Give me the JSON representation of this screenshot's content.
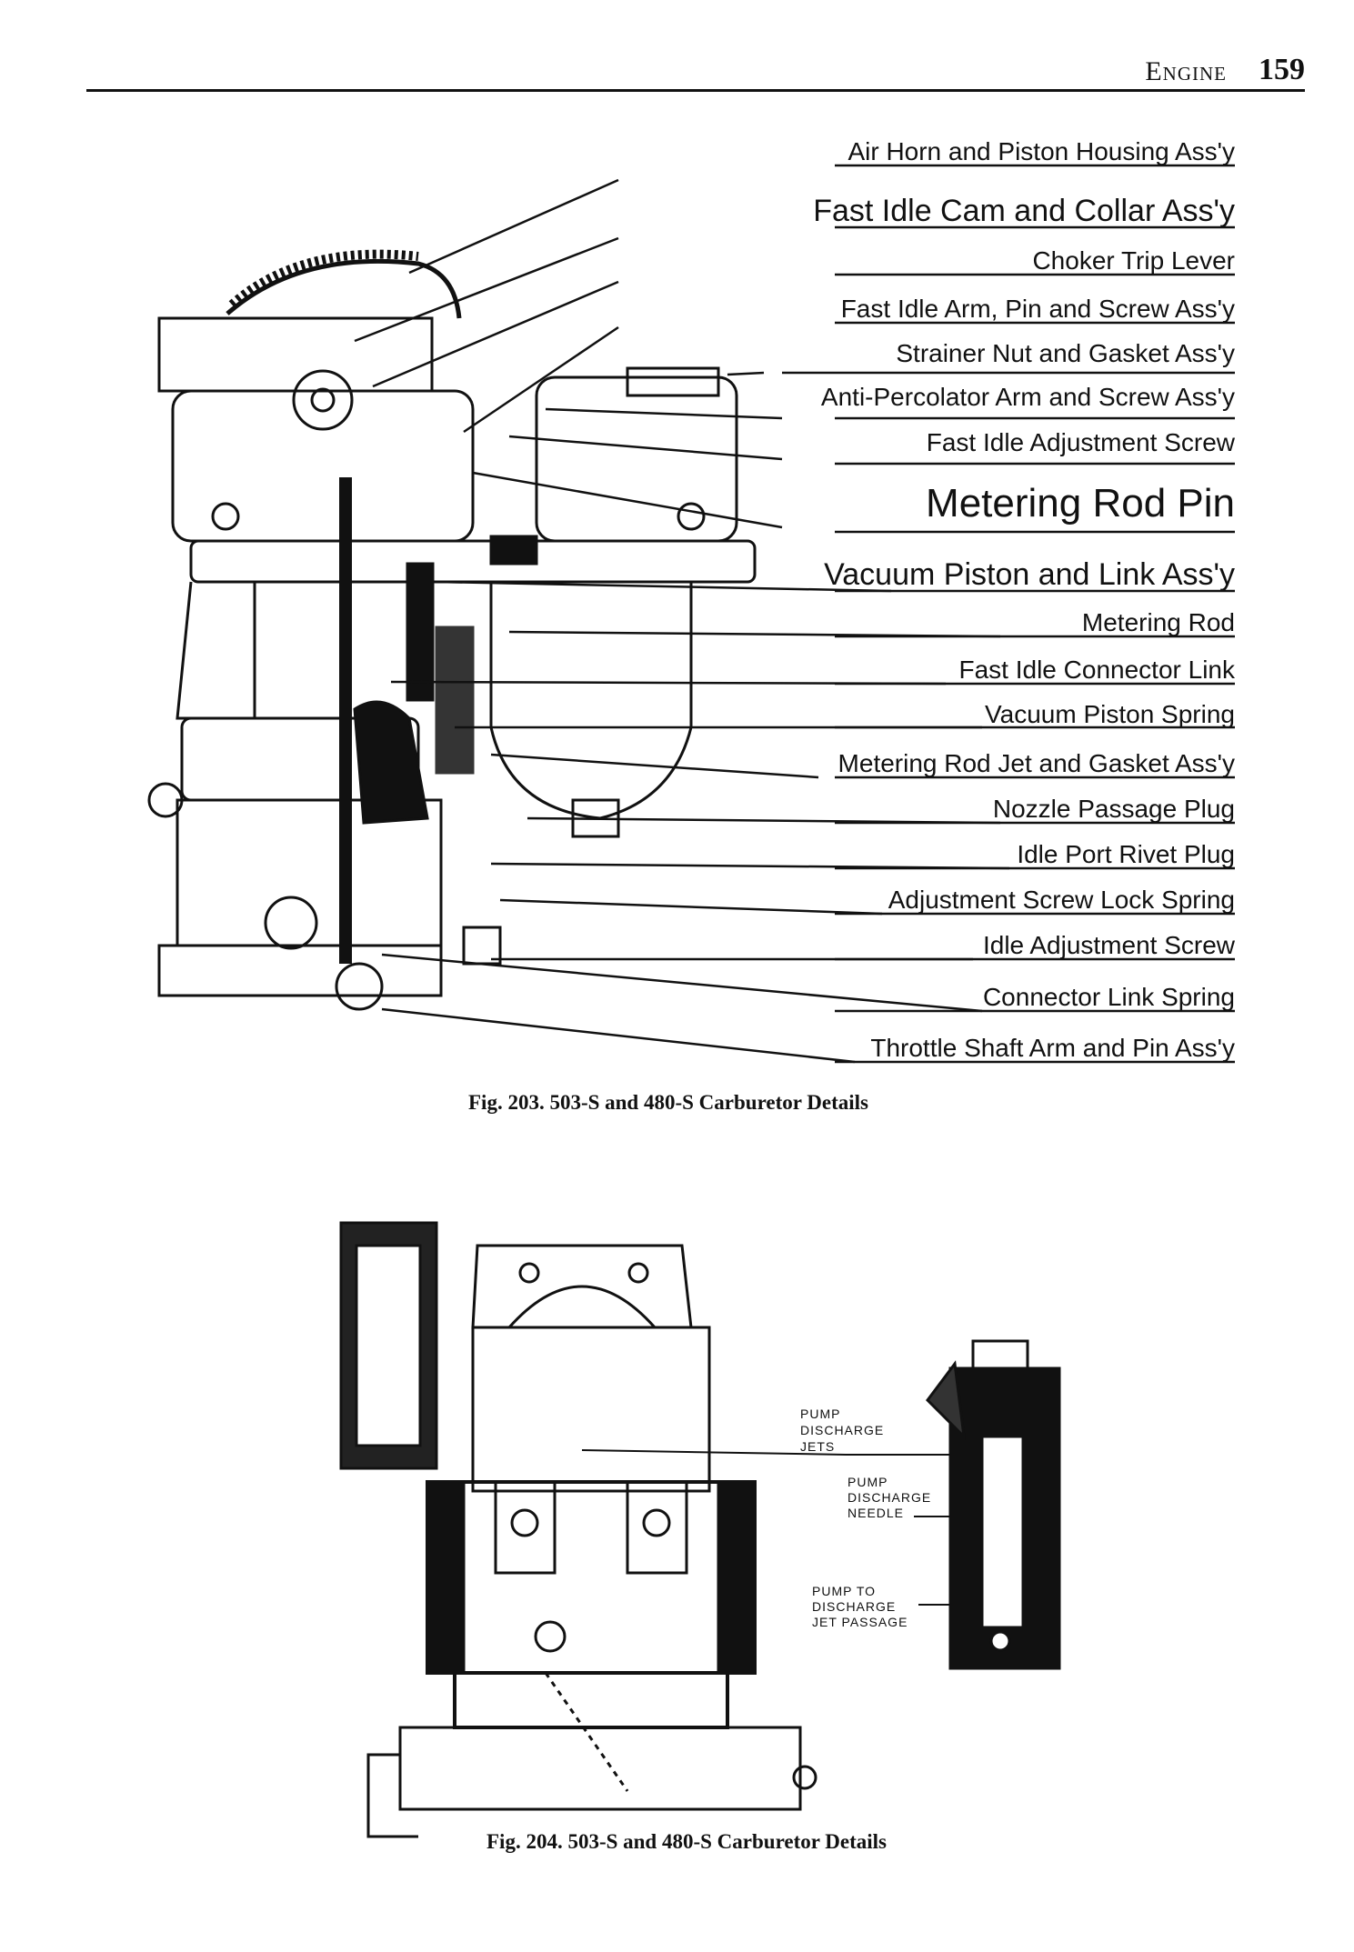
{
  "header": {
    "section": "Engine",
    "page_number": "159"
  },
  "fig203": {
    "labels": [
      "Air Horn and Piston Housing Ass'y",
      "Fast Idle Cam and Collar Ass'y",
      "Choker Trip Lever",
      "Fast Idle Arm, Pin and Screw Ass'y",
      "Strainer Nut and Gasket Ass'y",
      "Anti-Percolator Arm and Screw Ass'y",
      "Fast Idle Adjustment Screw",
      "Metering Rod Pin",
      "Vacuum Piston and Link Ass'y",
      "Metering Rod",
      "Fast Idle Connector Link",
      "Vacuum Piston Spring",
      "Metering Rod Jet and Gasket Ass'y",
      "Nozzle Passage Plug",
      "Idle Port Rivet Plug",
      "Adjustment Screw Lock Spring",
      "Idle Adjustment Screw",
      "Connector Link Spring",
      "Throttle Shaft Arm and Pin Ass'y"
    ],
    "caption": "Fig. 203. 503-S and 480-S Carburetor Details"
  },
  "fig204": {
    "labels": {
      "jets": [
        "PUMP",
        "DISCHARGE",
        "JETS"
      ],
      "needle": [
        "PUMP",
        "DISCHARGE",
        "NEEDLE"
      ],
      "passage": [
        "PUMP TO",
        "DISCHARGE",
        "JET PASSAGE"
      ]
    },
    "caption": "Fig. 204. 503-S and 480-S Carburetor Details"
  }
}
